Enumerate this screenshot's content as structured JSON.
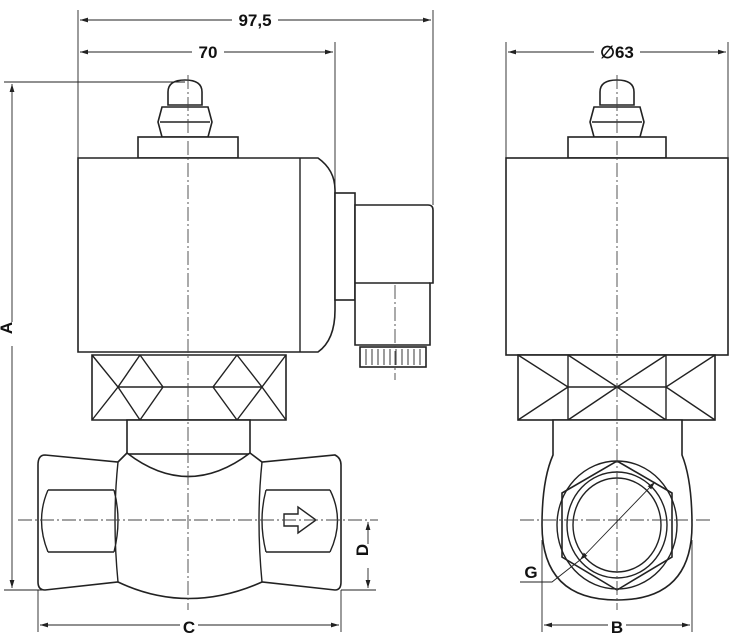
{
  "title": "Solenoid valve dimensional drawing",
  "dimensions": {
    "overall_width": "97,5",
    "coil_width": "70",
    "coil_diameter": "∅63",
    "height": "A",
    "width_side": "B",
    "length": "C",
    "center_height": "D",
    "thread": "G"
  },
  "colors": {
    "line": "#222222",
    "background": "#ffffff"
  }
}
